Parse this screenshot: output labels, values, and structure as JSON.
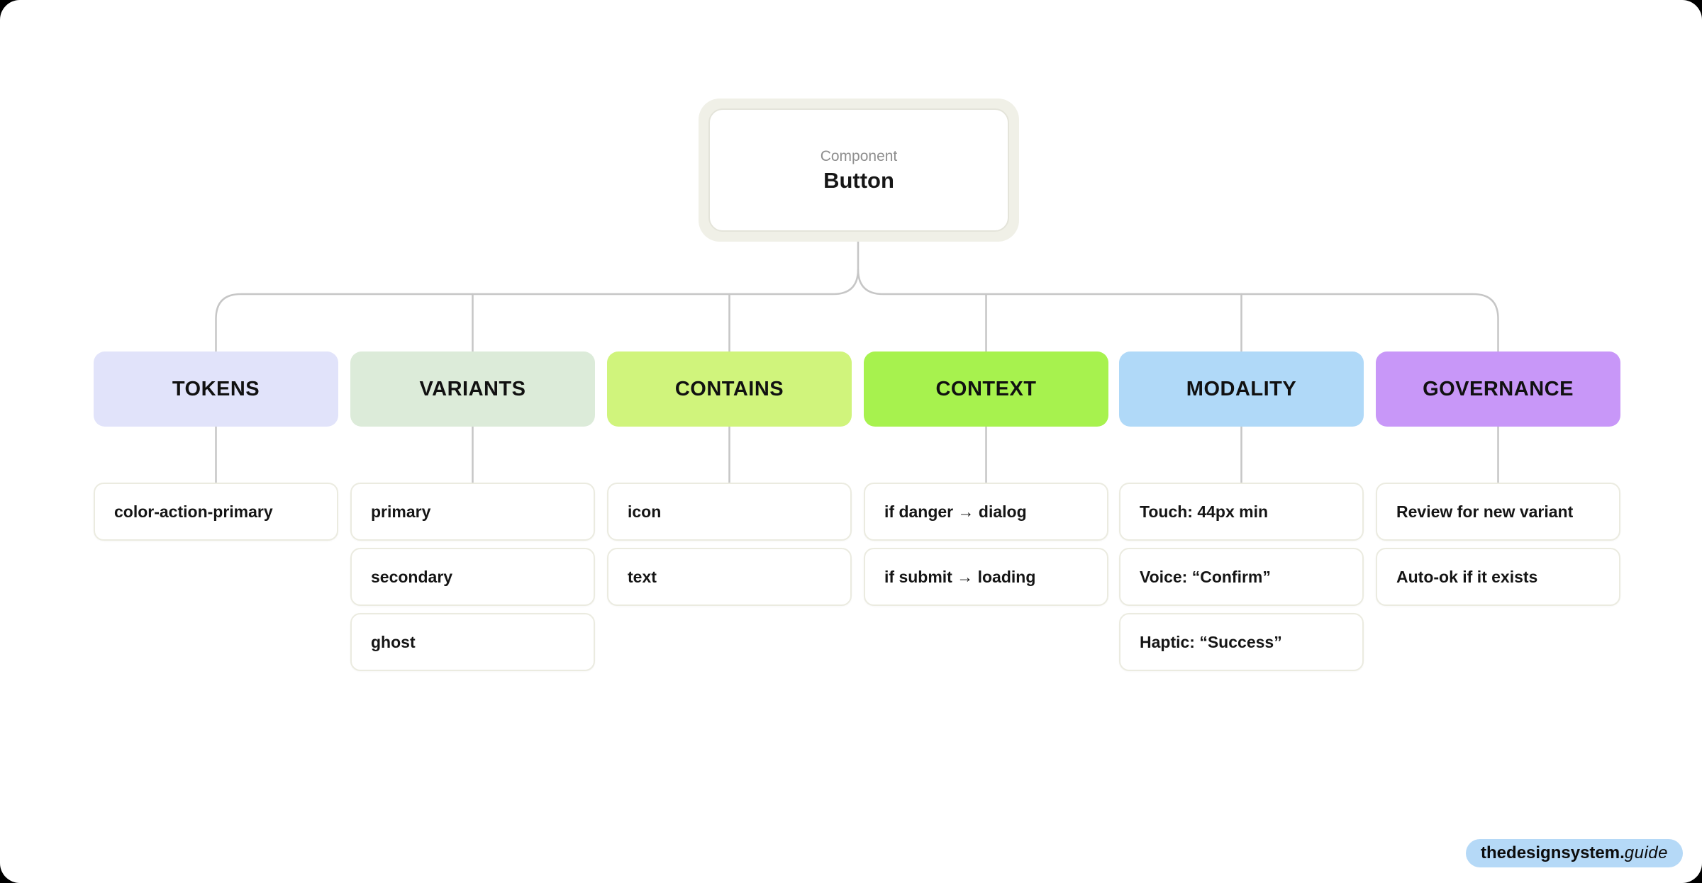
{
  "canvas": {
    "background": "#000000",
    "surface": "#ffffff"
  },
  "root_node": {
    "eyebrow": "Component",
    "title": "Button"
  },
  "branches": [
    {
      "label": "TOKENS",
      "color": "#e1e3fa",
      "children": [
        "color-action-primary"
      ]
    },
    {
      "label": "VARIANTS",
      "color": "#dcebd9",
      "children": [
        "primary",
        "secondary",
        "ghost"
      ]
    },
    {
      "label": "CONTAINS",
      "color": "#d0f47c",
      "children": [
        "icon",
        "text"
      ]
    },
    {
      "label": "CONTEXT",
      "color": "#a7f24e",
      "children": [
        "if danger → dialog",
        "if submit → loading"
      ]
    },
    {
      "label": "MODALITY",
      "color": "#b0d9f8",
      "children": [
        "Touch: 44px min",
        "Voice: “Confirm”",
        "Haptic: “Success”"
      ]
    },
    {
      "label": "GOVERNANCE",
      "color": "#c897f8",
      "children": [
        "Review for new variant",
        "Auto-ok if it exists"
      ]
    }
  ],
  "footer_badge": {
    "text_bold": "thedesignsystem.",
    "text_italic": "guide",
    "background": "#b5d9f7"
  },
  "connectors": {
    "color": "#c6c6c6"
  }
}
